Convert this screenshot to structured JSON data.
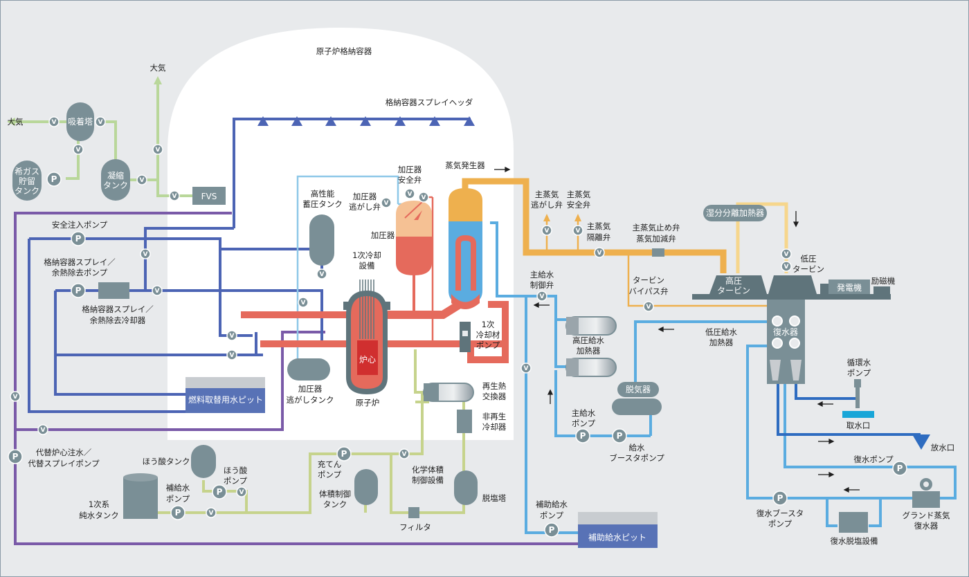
{
  "colors": {
    "background": "#e8eaec",
    "containment": "#ffffff",
    "primary_loop": "#e56a5c",
    "steam": "#eeb04e",
    "feedwater": "#5aace0",
    "spray_line": "#4c64b4",
    "safety_line": "#7a5aa8",
    "chemical_line": "#c6d38c",
    "gas_line": "#b9d79a",
    "equipment": "#7a8f96",
    "pit_blue": "#5872b6",
    "outfall": "#2e6cc0"
  },
  "icons": {
    "valve": "V",
    "pump": "P"
  },
  "labels": {
    "containment_vessel": "原子炉格納容器",
    "spray_header": "格納容器スプレイヘッダ",
    "atmosphere_top": "大気",
    "atmosphere_left": "大気",
    "adsorption_tower": "吸着塔",
    "noble_gas_tank": [
      "希ガス",
      "貯留",
      "タンク"
    ],
    "condensing_tank": [
      "凝縮",
      "タンク"
    ],
    "fvs": "FVS",
    "safety_injection_pump": "安全注入ポンプ",
    "cs_rhr_pump": [
      "格納容器スプレイ／",
      "余熱除去ポンプ"
    ],
    "cs_rhr_cooler": [
      "格納容器スプレイ／",
      "余熱除去冷却器"
    ],
    "fuel_pit": "燃料取替用水ピット",
    "accumulator": [
      "高性能",
      "蓄圧タンク"
    ],
    "primary_cooling": [
      "1次冷却",
      "設備"
    ],
    "pressurizer_relief_valve": [
      "加圧器",
      "逃がし弁"
    ],
    "pressurizer_safety_valve": [
      "加圧器",
      "安全弁"
    ],
    "pressurizer": "加圧器",
    "pressurizer_relief_tank": [
      "加圧器",
      "逃がしタンク"
    ],
    "core": "炉心",
    "reactor": "原子炉",
    "rcp": [
      "1次",
      "冷却材",
      "ポンプ"
    ],
    "steam_generator": "蒸気発生器",
    "ms_relief_valve": [
      "主蒸気",
      "逃がし弁"
    ],
    "ms_safety_valve": [
      "主蒸気",
      "安全弁"
    ],
    "ms_isolation_valve": [
      "主蒸気",
      "隔離弁"
    ],
    "ms_stop_valve": [
      "主蒸気止め弁",
      "蒸気加減弁"
    ],
    "turbine_bypass": [
      "タービン",
      "バイパス弁"
    ],
    "moisture_separator": "湿分分離加熱器",
    "hp_turbine": [
      "高圧",
      "タービン"
    ],
    "lp_turbine": [
      "低圧",
      "タービン"
    ],
    "generator": "発電機",
    "exciter": "励磁機",
    "mfw_control_valve": [
      "主給水",
      "制御弁"
    ],
    "hp_heater": [
      "高圧給水",
      "加熱器"
    ],
    "lp_heater": [
      "低圧給水",
      "加熱器"
    ],
    "deaerator": "脱気器",
    "mfw_pump": [
      "主給水",
      "ポンプ"
    ],
    "fw_booster_pump": [
      "給水",
      "ブースタポンプ"
    ],
    "condenser": "復水器",
    "circ_water_pump": [
      "循環水",
      "ポンプ"
    ],
    "water_intake": "取水口",
    "outfall": "放水口",
    "condensate_pump": "復水ポンプ",
    "condensate_booster_pump": [
      "復水ブースタ",
      "ポンプ"
    ],
    "condensate_demineralizer": "復水脱塩設備",
    "gland_steam_condenser": [
      "グランド蒸気",
      "復水器"
    ],
    "regen_hx": [
      "再生熱",
      "交換器"
    ],
    "nonregen_cooler": [
      "非再生",
      "冷却器"
    ],
    "charging_pump": [
      "充てん",
      "ポンプ"
    ],
    "vct": [
      "体積制御",
      "タンク"
    ],
    "cvcs": [
      "化学体積",
      "制御設備"
    ],
    "demineralizer": "脱塩塔",
    "filter": "フィルタ",
    "boric_acid_tank": "ほう酸タンク",
    "boric_acid_pump": [
      "ほう酸",
      "ポンプ"
    ],
    "makeup_pump": [
      "補給水",
      "ポンプ"
    ],
    "primary_makeup_tank": [
      "1次系",
      "純水タンク"
    ],
    "alt_pump": [
      "代替炉心注水／",
      "代替スプレイポンプ"
    ],
    "afw_pump": [
      "補助給水",
      "ポンプ"
    ],
    "afw_pit": "補助給水ピット"
  }
}
